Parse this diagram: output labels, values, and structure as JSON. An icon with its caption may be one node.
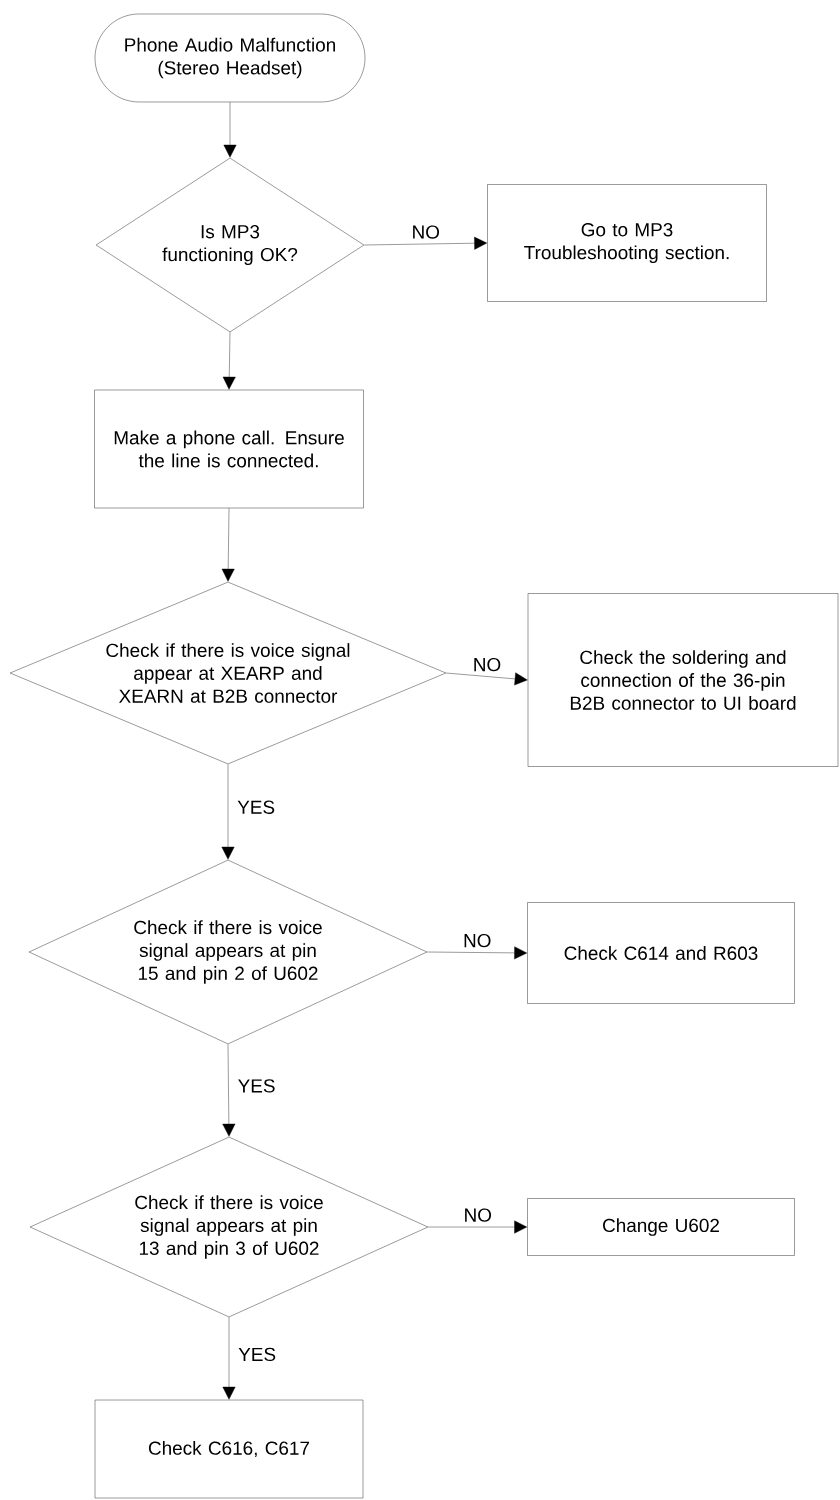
{
  "diagram": {
    "nodes": [
      {
        "text": [
          "Phone Audio Malfunction (Stereo Headset)"
        ]
      },
      {
        "text": [
          "Is MP3 functioning OK?"
        ]
      },
      {
        "text": [
          "Go to MP3 Troubleshooting section."
        ]
      },
      {
        "text": [
          "Make a phone call. Ensure the line is connected."
        ]
      },
      {
        "text": [
          "Check if there is voice signal appear at XEARP and XEARN at B2B connector"
        ]
      },
      {
        "text": [
          "Check the soldering and connection of the 36-pin B2B connector to UI board"
        ]
      },
      {
        "text": [
          "Check if there is voice signal appears at pin 15 and pin 2 of U602"
        ]
      },
      {
        "text": [
          "Check C614 and R603"
        ]
      },
      {
        "text": [
          "Check if there is voice signal appears at pin 13 and pin 3 of U602"
        ]
      },
      {
        "text": [
          "Change U602"
        ]
      },
      {
        "text": [
          "Check C616, C617"
        ]
      }
    ],
    "edges": [
      {
        "from": 0,
        "to": 1,
        "arrow": "to"
      },
      {
        "from": 1,
        "to": 2,
        "arrow": "to",
        "label": "NO"
      },
      {
        "from": 1,
        "to": 3,
        "arrow": "to"
      },
      {
        "from": 3,
        "to": 4,
        "arrow": "to"
      },
      {
        "from": 4,
        "to": 5,
        "arrow": "to",
        "label": "NO"
      },
      {
        "from": 4,
        "to": 6,
        "arrow": "to",
        "label": "YES"
      },
      {
        "from": 6,
        "to": 7,
        "arrow": "to",
        "label": "NO"
      },
      {
        "from": 6,
        "to": 8,
        "arrow": "to",
        "label": "YES"
      },
      {
        "from": 8,
        "to": 9,
        "arrow": "to",
        "label": "NO"
      },
      {
        "from": 8,
        "to": 10,
        "arrow": "to",
        "label": "YES"
      }
    ]
  }
}
